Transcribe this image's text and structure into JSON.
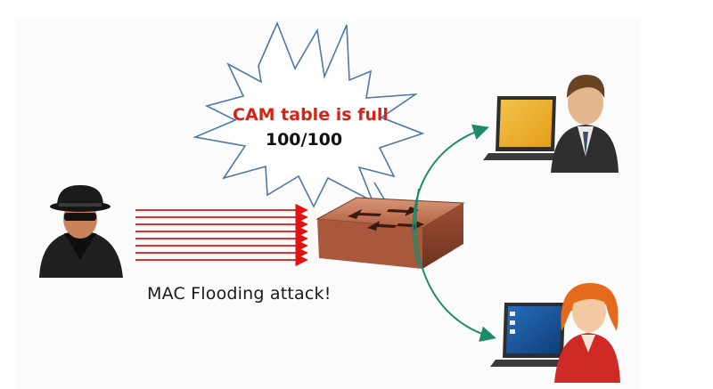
{
  "burst": {
    "title": "CAM table is full",
    "count": "100/100"
  },
  "caption": "MAC Flooding attack!",
  "colors": {
    "burst_title": "#d42416",
    "flood_arrows": "#e01414",
    "link_arrows": "#1d8a6a",
    "switch": "#b8664a"
  },
  "icons": {
    "attacker": "hacker-icon",
    "switch": "network-switch-icon",
    "user_top": "man-laptop-icon",
    "user_bottom": "woman-laptop-icon"
  }
}
